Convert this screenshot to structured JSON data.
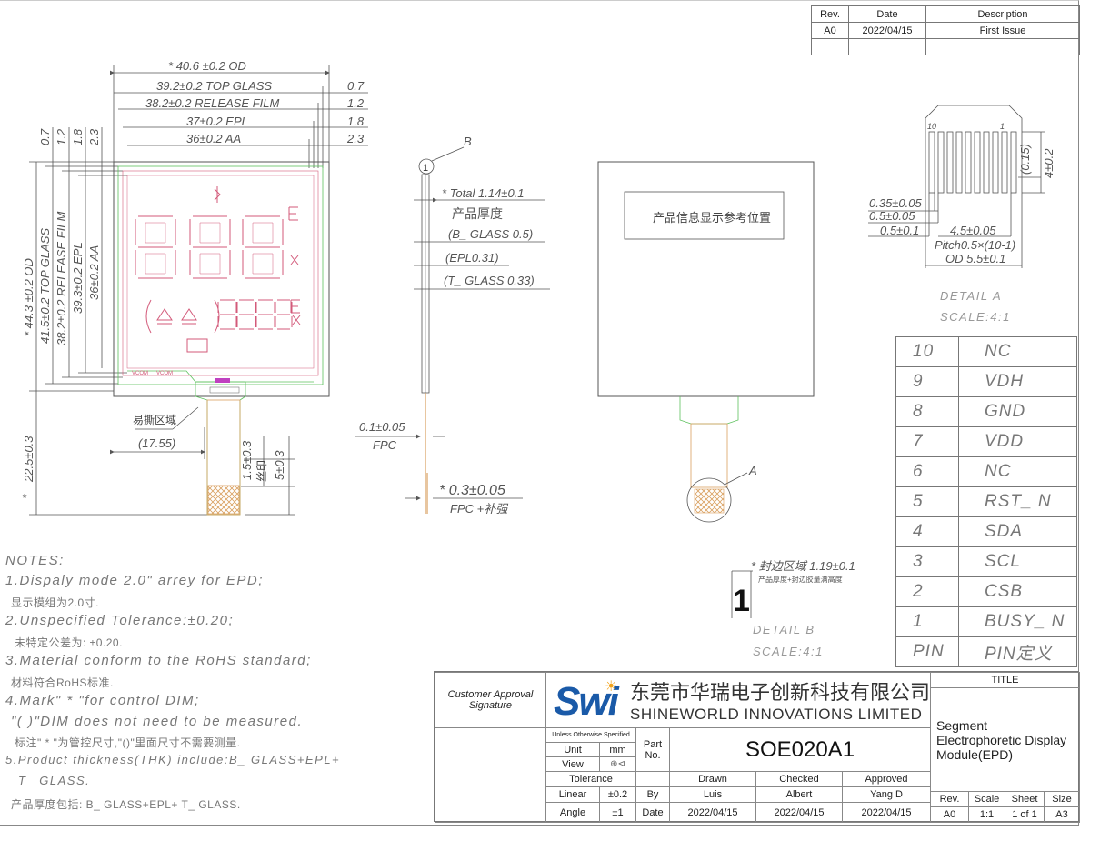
{
  "revision_table": {
    "headers": [
      "Rev.",
      "Date",
      "Description"
    ],
    "rows": [
      [
        "A0",
        "2022/04/15",
        "First Issue"
      ]
    ]
  },
  "front_view": {
    "dims_horizontal": [
      "40.6 ±0.2 OD",
      "39.2±0.2 TOP GLASS",
      "38.2±0.2 RELEASE FILM",
      "37±0.2 EPL",
      "36±0.2 AA"
    ],
    "dims_right": [
      "0.7",
      "1.2",
      "1.8",
      "2.3"
    ],
    "dims_top_left": [
      "0.7",
      "1.2",
      "1.8",
      "2.3"
    ],
    "dims_vertical": [
      "44.3 ±0.2 OD",
      "41.5±0.2 TOP GLASS",
      "38.2±0.2 RELEASE FILM",
      "39.3±0.2 EPL",
      "36±0.2 AA"
    ],
    "dim_fpc_total": "22.5±0.3",
    "bend_area_label": "易撕区域",
    "dim_bend": "(17.55)",
    "dim_fpc_a": "1.5±0.3",
    "dim_fpc_b": "5±0.3",
    "silk_label": "丝印",
    "vcom_label": "VCOM",
    "star": "*"
  },
  "side_view": {
    "callout": "B",
    "marker": "1",
    "total": "Total 1.14±0.1",
    "thickness_cn": "产品厚度",
    "b_glass": "(B_ GLASS 0.5)",
    "epl": "(EPL0.31)",
    "t_glass": "(T_ GLASS 0.33)",
    "fpc_thk": "0.1±0.05",
    "fpc_label": "FPC",
    "fpc_stiff": "0.3±0.05",
    "fpc_stiff_label": "FPC +补强"
  },
  "back_view": {
    "label_area": "产品信息显示参考位置",
    "callout": "A"
  },
  "detail_a": {
    "pin_first": "10",
    "pin_last": "1",
    "dims": [
      "0.35±0.05",
      "0.5±0.05",
      "0.5±0.1",
      "4.5±0.05",
      "Pitch0.5×(10-1)",
      "OD 5.5±0.1",
      "(0.15)",
      "4±0.2"
    ],
    "title": "DETAIL A",
    "scale": "SCALE:4:1"
  },
  "detail_b": {
    "marker": "1",
    "dim": "封边区域 1.19±0.1",
    "desc": "产品厚度+封边胶量满高度",
    "title": "DETAIL B",
    "scale": "SCALE:4:1"
  },
  "pin_table": {
    "rows": [
      [
        "10",
        "NC"
      ],
      [
        "9",
        "VDH"
      ],
      [
        "8",
        "GND"
      ],
      [
        "7",
        "VDD"
      ],
      [
        "6",
        "NC"
      ],
      [
        "5",
        "RST_ N"
      ],
      [
        "4",
        "SDA"
      ],
      [
        "3",
        "SCL"
      ],
      [
        "2",
        "CSB"
      ],
      [
        "1",
        "BUSY_ N"
      ],
      [
        "PIN",
        "PIN定义"
      ]
    ]
  },
  "notes": [
    "NOTES:",
    "1.Dispaly mode 2.0\" arrey for EPD;",
    "显示模组为2.0寸.",
    "2.Unspecified Tolerance:±0.20;",
    "未特定公差为: ±0.20.",
    "3.Material conform to the RoHS standard;",
    "材料符合RoHS标准.",
    "4.Mark\" * \"for control DIM;",
    "\"( )\"DIM does not need to be measured.",
    "标注\" * \"为管控尺寸,\"()\"里面尺寸不需要测量.",
    "5.Product thickness(THK) include:B_ GLASS+EPL+",
    "T_ GLASS.",
    "产品厚度包括: B_ GLASS+EPL+  T_ GLASS."
  ],
  "title_block": {
    "customer_approval": "Customer Approval Signature",
    "logo": "Swi",
    "company_cn": "东莞市华瑞电子创新科技有限公司",
    "company_en": "SHINEWORLD INNOVATIONS LIMITED",
    "title_label": "TITLE",
    "title": "Segment Electrophoretic Display Module(EPD)",
    "unless": "Unless Otherwise Specified",
    "unit_label": "Unit",
    "unit_value": "mm",
    "view_label": "View",
    "part_label": "Part No.",
    "part_no": "SOE020A1",
    "tolerance_label": "Tolerance",
    "linear_label": "Linear",
    "linear_value": "±0.2",
    "angle_label": "Angle",
    "angle_value": "±1",
    "by_label": "By",
    "date_label": "Date",
    "drawn_label": "Drawn",
    "drawn_by": "Luis",
    "drawn_date": "2022/04/15",
    "checked_label": "Checked",
    "checked_by": "Albert",
    "checked_date": "2022/04/15",
    "approved_label": "Approved",
    "approved_by": "Yang D",
    "approved_date": "2022/04/15",
    "rev_label": "Rev.",
    "rev_value": "A0",
    "scale_label": "Scale",
    "scale_value": "1:1",
    "sheet_label": "Sheet",
    "sheet_value": "1 of 1",
    "size_label": "Size",
    "size_value": "A3"
  },
  "colors": {
    "line": "#555555",
    "segment": "#d35a7a",
    "outline_green": "#5cc15c",
    "fpc": "#d9a060",
    "logo_blue": "#1a5aa8",
    "logo_orange": "#f2a31b"
  }
}
